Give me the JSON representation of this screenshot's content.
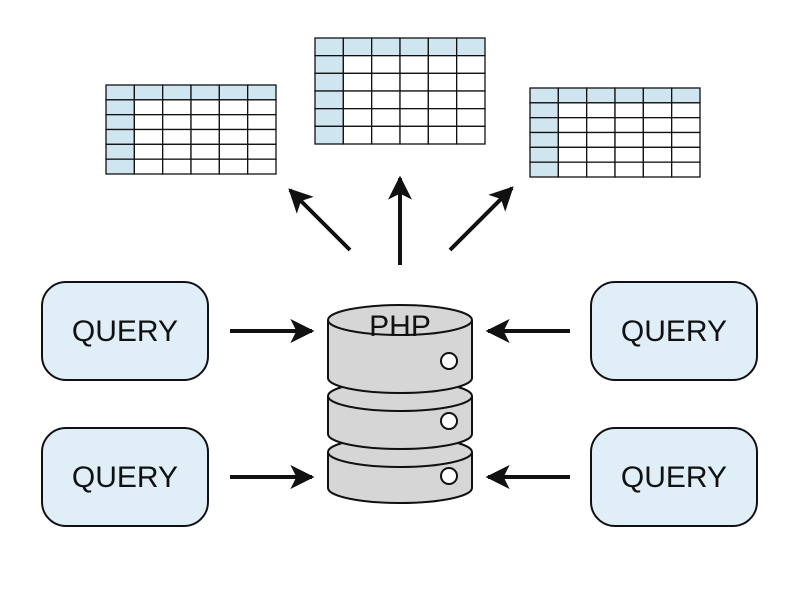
{
  "colors": {
    "box_fill": "#dfeef7",
    "header_fill": "#cfe6f1",
    "db_fill": "#d6d6d6",
    "stroke": "#111111",
    "cell_fill": "#ffffff"
  },
  "database": {
    "label": "PHP",
    "disks": 3
  },
  "queries": [
    "QUERY",
    "QUERY",
    "QUERY",
    "QUERY"
  ],
  "tables": [
    {
      "rows": 6,
      "cols": 6
    },
    {
      "rows": 6,
      "cols": 6
    },
    {
      "rows": 6,
      "cols": 6
    }
  ]
}
